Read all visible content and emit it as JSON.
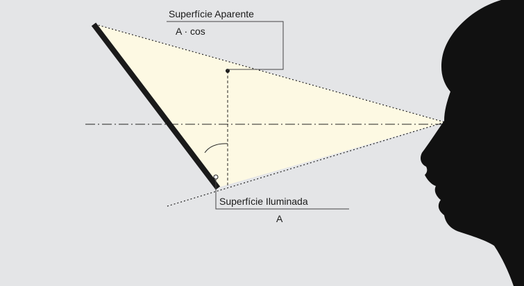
{
  "labels": {
    "apparent_title": "Superfície Aparente",
    "apparent_formula": "A · cos",
    "illuminated_title": "Superfície Iluminada",
    "illuminated_formula": "A"
  },
  "colors": {
    "background": "#e4e5e7",
    "light_cone": "#fdf9e3",
    "surface": "#1a1a1a",
    "silhouette": "#111111"
  }
}
